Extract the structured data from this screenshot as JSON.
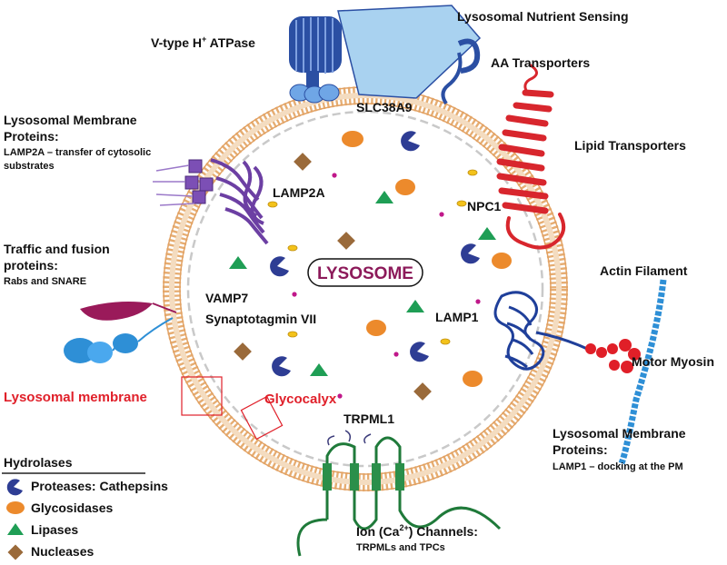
{
  "colors": {
    "membrane": "#e9b27a",
    "protease": "#2e3d94",
    "glycosidase": "#ec8a2c",
    "lipase": "#1f9e55",
    "nuclease": "#9a6a3a",
    "atpase": "#2b4fa3",
    "lipid_transporter": "#d8262d",
    "lamp2a": "#6c3fa3",
    "trpml": "#1f7a3a",
    "lamp1": "#1f3f9a",
    "actin": "#2e8fd6",
    "myosin": "#e01f28",
    "highlight": "#e0202a",
    "title_text": "#8c1a5a"
  },
  "labels": {
    "center": "LYSOSOME",
    "v_atpase": "V-type H",
    "v_atpase_sup": "+",
    "v_atpase_tail": " ATPase",
    "nutrient_sensing": "Lysosomal Nutrient Sensing",
    "aa_transporters": "AA Transporters",
    "slc38a9": "SLC38A9",
    "lipid_transporters": "Lipid Transporters",
    "npc1": "NPC1",
    "lamp2a": "LAMP2A",
    "lmp_title_1": "Lysosomal Membrane",
    "lmp_title_2": "Proteins:",
    "lmp_desc_1": "LAMP2A – transfer of cytosolic",
    "lmp_desc_2": "substrates",
    "traffic_1": "Traffic and fusion",
    "traffic_2": "proteins:",
    "traffic_desc": "Rabs and SNARE",
    "vamp7": "VAMP7",
    "synaptotagmin": "Synaptotagmin VII",
    "lamp1": "LAMP1",
    "actin": "Actin Filament",
    "myosin": "Motor Myosin",
    "lysosomal_membrane": "Lysosomal membrane",
    "glycocalyx": "Glycocalyx",
    "trpml1": "TRPML1",
    "lmp2_title_1": "Lysosomal Membrane",
    "lmp2_title_2": "Proteins:",
    "lmp2_desc": "LAMP1 – docking at the PM",
    "ion_title_pre": "Ion (Ca",
    "ion_title_sup": "2+",
    "ion_title_post": ") Channels:",
    "ion_desc": "TRPMLs and TPCs"
  },
  "legend": {
    "title": "Hydrolases",
    "items": [
      {
        "label": "Proteases: Cathepsins",
        "icon": "pacman-icon"
      },
      {
        "label": "Glycosidases",
        "icon": "bean-icon"
      },
      {
        "label": "Lipases",
        "icon": "triangle-icon"
      },
      {
        "label": "Nucleases",
        "icon": "diamond-icon"
      }
    ]
  }
}
